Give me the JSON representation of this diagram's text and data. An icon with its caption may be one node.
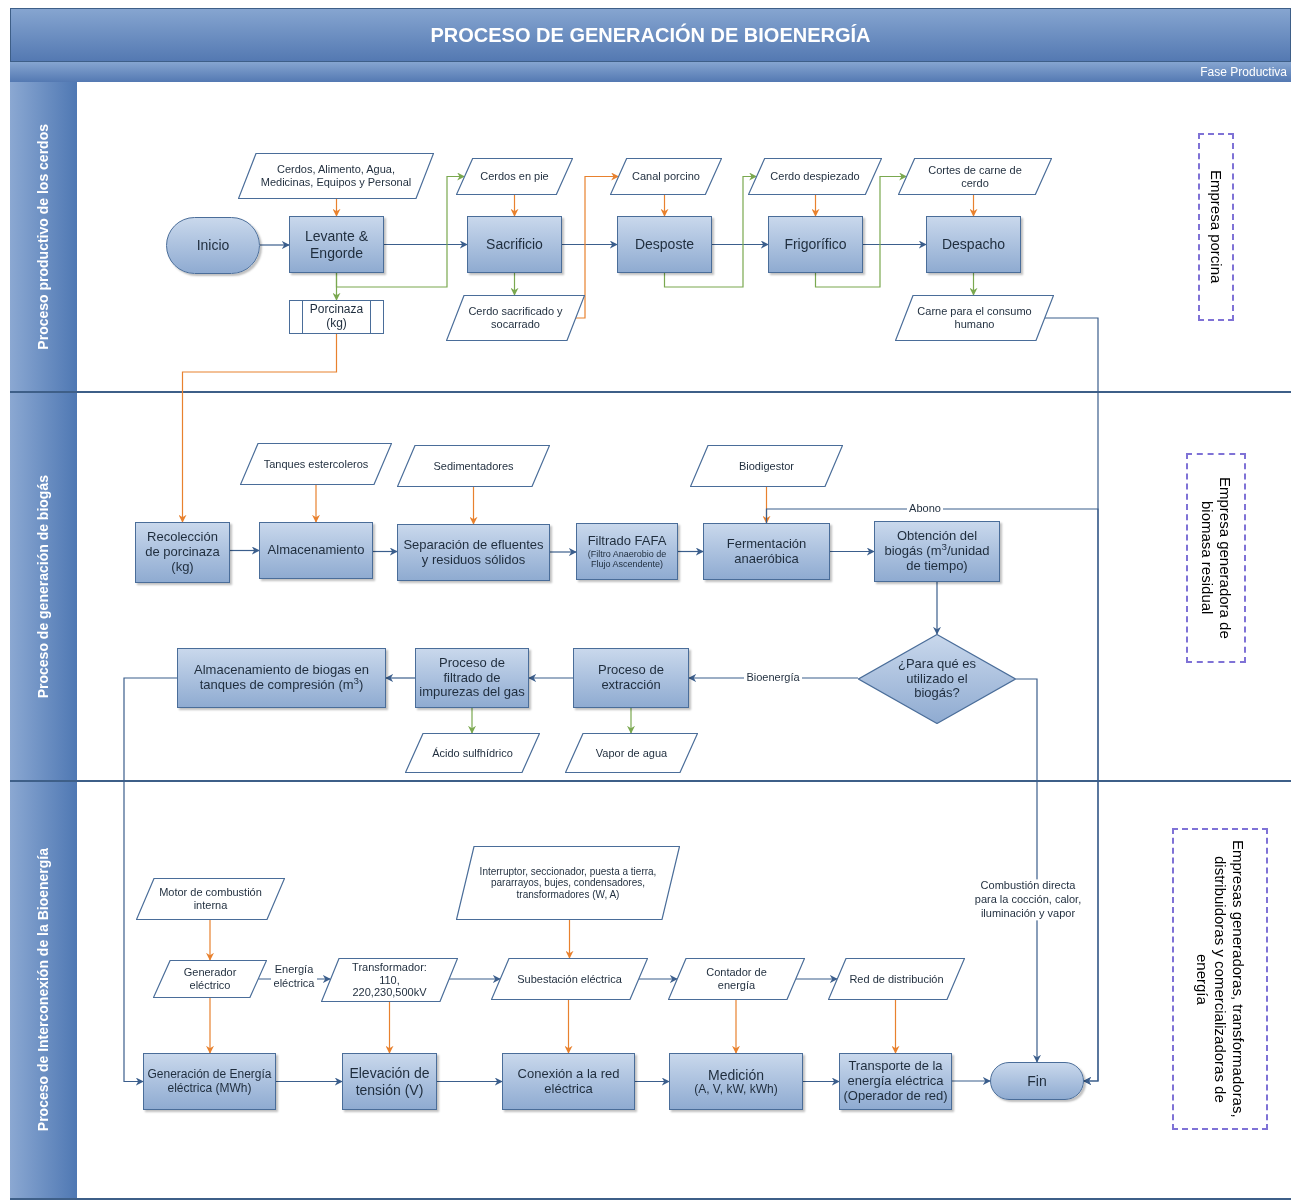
{
  "diagram": {
    "title": "PROCESO DE GENERACIÓN DE BIOENERGÍA",
    "nodes": [
      {
        "text": [
          "Proceso productivo de los cerdos"
        ]
      },
      {
        "text": [
          "Proceso de generación de biogás"
        ]
      },
      {
        "text": [
          "Proceso de Interconexión de la Bioenergía"
        ]
      },
      {
        "text": [
          "Inicio"
        ],
        "in": 0
      },
      {
        "text": [
          "Cerdos, Alimento, Agua, Medicinas, Equipos y Personal"
        ],
        "in": 0
      },
      {
        "text": [
          "Levante & Engorde"
        ],
        "in": 0
      },
      {
        "text": [
          "Porcinaza (kg)"
        ],
        "in": 0
      },
      {
        "text": [
          "Cerdos en pie"
        ],
        "in": 0
      },
      {
        "text": [
          "Sacrificio"
        ],
        "in": 0
      },
      {
        "text": [
          "Cerdo sacrificado y socarrado"
        ],
        "in": 0
      },
      {
        "text": [
          "Canal porcino"
        ],
        "in": 0
      },
      {
        "text": [
          "Desposte"
        ],
        "in": 0
      },
      {
        "text": [
          "Cerdo despiezado"
        ],
        "in": 0
      },
      {
        "text": [
          "Frigorífico"
        ],
        "in": 0
      },
      {
        "text": [
          "Cortes de carne de cerdo"
        ],
        "in": 0
      },
      {
        "text": [
          "Despacho"
        ],
        "in": 0
      },
      {
        "text": [
          "Carne para el consumo humano"
        ],
        "in": 0
      },
      {
        "text": [
          "Empresa porcina"
        ],
        "in": 0
      },
      {
        "text": [
          "Tanques estercoleros"
        ],
        "in": 1
      },
      {
        "text": [
          "Sedimentadores"
        ],
        "in": 1
      },
      {
        "text": [
          "Biodigestor"
        ],
        "in": 1
      },
      {
        "text": [
          "Recolección de porcinaza (kg)"
        ],
        "in": 1
      },
      {
        "text": [
          "Almacenamiento"
        ],
        "in": 1
      },
      {
        "text": [
          "Separación de efluentes y residuos sólidos"
        ],
        "in": 1
      },
      {
        "text": [
          "Filtrado FAFA",
          "(Filtro Anaerobio de Flujo Ascendente)"
        ],
        "in": 1
      },
      {
        "text": [
          "Fermentación anaeróbica"
        ],
        "in": 1
      },
      {
        "text": [
          "Obtención del biogás (m$^{3}$/unidad de tiempo)"
        ],
        "in": 1
      },
      {
        "text": [
          "¿Para qué es utilizado el biogás?"
        ],
        "in": 1
      },
      {
        "text": [
          "Proceso de extracción"
        ],
        "in": 1
      },
      {
        "text": [
          "Proceso de filtrado de impurezas del gas"
        ],
        "in": 1
      },
      {
        "text": [
          "Almacenamiento de biogas en tanques de compresión (m$^{3}$)"
        ],
        "in": 1
      },
      {
        "text": [
          "Ácido sulfhídrico"
        ],
        "in": 1
      },
      {
        "text": [
          "Vapor de agua"
        ],
        "in": 1
      },
      {
        "text": [
          "Empresa generadora de biomasa residual"
        ],
        "in": 1
      },
      {
        "text": [
          "Interruptor, seccionador, puesta a tierra, pararrayos, bujes, condensadores, transformadores (W, A)"
        ],
        "in": 2
      },
      {
        "text": [
          "Motor de combustión interna"
        ],
        "in": 2
      },
      {
        "text": [
          "Generador eléctrico"
        ],
        "in": 2
      },
      {
        "text": [
          "Transformador: 110, 220,230,500kV"
        ],
        "in": 2
      },
      {
        "text": [
          "Subestación eléctrica"
        ],
        "in": 2
      },
      {
        "text": [
          "Contador de energía"
        ],
        "in": 2
      },
      {
        "text": [
          "Red de distribución"
        ],
        "in": 2
      },
      {
        "text": [
          "Generación de Energía eléctrica (MWh)"
        ],
        "in": 2
      },
      {
        "text": [
          "Elevación de tensión (V)"
        ],
        "in": 2
      },
      {
        "text": [
          "Conexión a la red eléctrica"
        ],
        "in": 2
      },
      {
        "text": [
          "Medición",
          "(A, V, kW, kWh)"
        ],
        "in": 2
      },
      {
        "text": [
          "Transporte de la energía eléctrica (Operador de red)"
        ],
        "in": 2
      },
      {
        "text": [
          "Fin"
        ],
        "in": 2
      },
      {
        "text": [
          "Empresas generadoras, transformadoras, distribuidoras y comercializadoras de energía"
        ],
        "in": 2
      }
    ],
    "edges": [
      {
        "from": 3,
        "to": 5,
        "arrow": "to"
      },
      {
        "from": 4,
        "to": 5,
        "arrow": "to",
        "color": "#e8812e"
      },
      {
        "from": 5,
        "to": 8,
        "arrow": "to"
      },
      {
        "from": 5,
        "to": 6,
        "arrow": "to",
        "color": "#7aa84f"
      },
      {
        "from": 5,
        "to": 7,
        "arrow": "to",
        "color": "#7aa84f"
      },
      {
        "from": 7,
        "to": 8,
        "arrow": "to",
        "color": "#e8812e"
      },
      {
        "from": 8,
        "to": 11,
        "arrow": "to"
      },
      {
        "from": 8,
        "to": 9,
        "arrow": "to",
        "color": "#7aa84f"
      },
      {
        "from": 9,
        "to": 10,
        "arrow": "to",
        "color": "#e8812e"
      },
      {
        "from": 10,
        "to": 11,
        "arrow": "to",
        "color": "#e8812e"
      },
      {
        "from": 11,
        "to": 13,
        "arrow": "to"
      },
      {
        "from": 11,
        "to": 12,
        "arrow": "to",
        "color": "#7aa84f"
      },
      {
        "from": 12,
        "to": 13,
        "arrow": "to",
        "color": "#e8812e"
      },
      {
        "from": 13,
        "to": 15,
        "arrow": "to"
      },
      {
        "from": 13,
        "to": 14,
        "arrow": "to",
        "color": "#7aa84f"
      },
      {
        "from": 14,
        "to": 15,
        "arrow": "to",
        "color": "#e8812e"
      },
      {
        "from": 15,
        "to": 16,
        "arrow": "to",
        "color": "#7aa84f"
      },
      {
        "from": 16,
        "to": 46,
        "arrow": "to"
      },
      {
        "from": 6,
        "to": 21,
        "arrow": "to",
        "color": "#e8812e"
      },
      {
        "from": 18,
        "to": 22,
        "arrow": "to",
        "color": "#e8812e"
      },
      {
        "from": 19,
        "to": 23,
        "arrow": "to",
        "color": "#e8812e"
      },
      {
        "from": 20,
        "to": 25,
        "arrow": "to",
        "color": "#e8812e"
      },
      {
        "from": 21,
        "to": 22,
        "arrow": "to"
      },
      {
        "from": 22,
        "to": 23,
        "arrow": "to"
      },
      {
        "from": 23,
        "to": 24,
        "arrow": "to"
      },
      {
        "from": 24,
        "to": 25,
        "arrow": "to"
      },
      {
        "from": 25,
        "to": 26,
        "arrow": "to"
      },
      {
        "from": 25,
        "to": 46,
        "arrow": "to",
        "label": "Abono"
      },
      {
        "from": 26,
        "to": 27,
        "arrow": "to"
      },
      {
        "from": 27,
        "to": 28,
        "arrow": "to",
        "label": "Bioenergía"
      },
      {
        "from": 28,
        "to": 29,
        "arrow": "to"
      },
      {
        "from": 29,
        "to": 30,
        "arrow": "to"
      },
      {
        "from": 28,
        "to": 32,
        "arrow": "to",
        "color": "#7aa84f"
      },
      {
        "from": 29,
        "to": 31,
        "arrow": "to",
        "color": "#7aa84f"
      },
      {
        "from": 30,
        "to": 41,
        "arrow": "to"
      },
      {
        "from": 27,
        "to": 46,
        "arrow": "to",
        "label": "Combustión directa para la cocción, calor, iluminación y vapor"
      },
      {
        "from": 34,
        "to": 38,
        "arrow": "to",
        "color": "#e8812e"
      },
      {
        "from": 35,
        "to": 36,
        "arrow": "to",
        "color": "#e8812e"
      },
      {
        "from": 36,
        "to": 37,
        "arrow": "to",
        "label": "Energía eléctrica"
      },
      {
        "from": 37,
        "to": 38,
        "arrow": "to"
      },
      {
        "from": 38,
        "to": 39,
        "arrow": "to"
      },
      {
        "from": 39,
        "to": 40,
        "arrow": "to"
      },
      {
        "from": 36,
        "to": 41,
        "arrow": "to",
        "color": "#e8812e"
      },
      {
        "from": 37,
        "to": 42,
        "arrow": "to",
        "color": "#e8812e"
      },
      {
        "from": 38,
        "to": 43,
        "arrow": "to",
        "color": "#e8812e"
      },
      {
        "from": 39,
        "to": 44,
        "arrow": "to",
        "color": "#e8812e"
      },
      {
        "from": 40,
        "to": 45,
        "arrow": "to",
        "color": "#e8812e"
      },
      {
        "from": 41,
        "to": 42,
        "arrow": "to"
      },
      {
        "from": 42,
        "to": 43,
        "arrow": "to"
      },
      {
        "from": 43,
        "to": 44,
        "arrow": "to"
      },
      {
        "from": 44,
        "to": 45,
        "arrow": "to"
      },
      {
        "from": 45,
        "to": 46,
        "arrow": "to"
      }
    ],
    "labels": [
      "Fase Productiva"
    ]
  }
}
